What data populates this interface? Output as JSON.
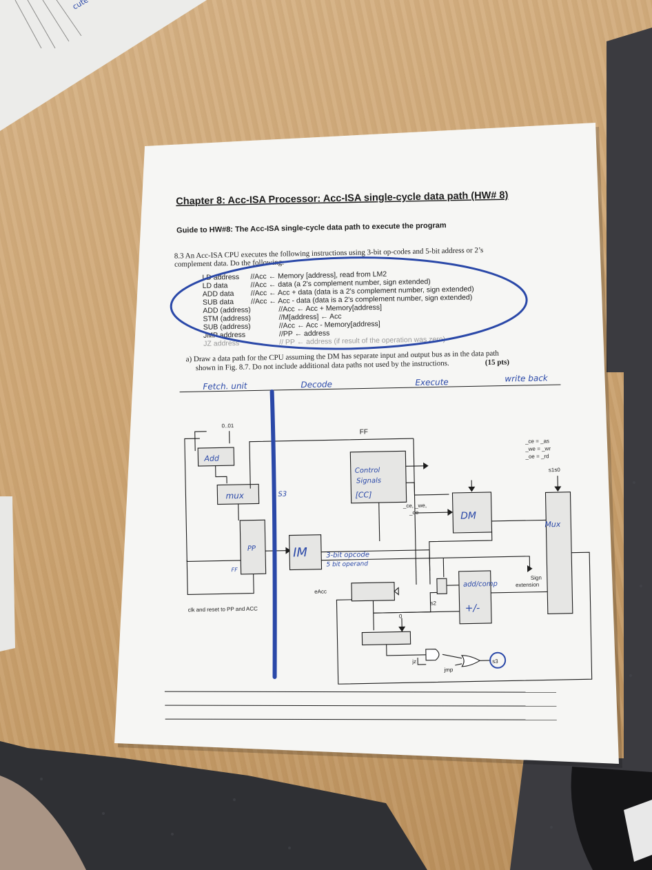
{
  "title": "Chapter 8: Acc-ISA Processor: Acc-ISA single-cycle data path (HW# 8)",
  "subtitle": "Guide to HW#8: The Acc-ISA single-cycle data path to execute the program",
  "problem": {
    "line1": "8.3 An Acc-ISA CPU executes the following instructions using 3-bit op-codes and 5-bit address or 2’s",
    "line2": "complement data.  Do the following:"
  },
  "instructions": [
    {
      "op": "LD address",
      "desc": "//Acc ← Memory [address], read from LM2"
    },
    {
      "op": "LD data",
      "desc": "//Acc ← data (a 2's complement number, sign extended)"
    },
    {
      "op": "ADD data",
      "desc": "//Acc ← Acc + data (data is a 2's complement number, sign extended)"
    },
    {
      "op": "SUB data",
      "desc": "//Acc ← Acc - data (data is a 2's complement number, sign extended)"
    },
    {
      "op": "ADD (address)",
      "desc": "//Acc ← Acc + Memory[address]"
    },
    {
      "op": "STM (address)",
      "desc": "//M[address] ← Acc"
    },
    {
      "op": "SUB (address)",
      "desc": "//Acc ← Acc - Memory[address]"
    },
    {
      "op": "JMP address",
      "desc": "//PP ← address"
    },
    {
      "op": "JZ address",
      "desc": "// PP ← address (if result of the operation was zero)"
    }
  ],
  "part_a": {
    "line1": "a)  Draw a data path for the CPU assuming the DM has separate input and output bus as in the data path",
    "line2": "shown in Fig. 8.7.  Do not include additional data paths not used by the instructions.",
    "pts": "(15 pts)"
  },
  "stages": [
    "Fetch. unit",
    "Decode",
    "Execute",
    "write back"
  ],
  "diagram": {
    "pp_init": "0..01",
    "ff": "FF",
    "add": "Add",
    "mux_left": "mux",
    "s3_label": "S3",
    "pp": "PP",
    "ff_small": "FF",
    "im": "IM",
    "control_l1": "Control",
    "control_l2": "Signals",
    "control_l3": "[CC]",
    "opcode_l1": "3-bit opcode",
    "opcode_l2": "5 bit operand",
    "ce_we": "_ce, _we,",
    "oe": "_oe",
    "dm": "DM",
    "add_comp": "add/comp",
    "plus_minus": "+/-",
    "s2": "s2",
    "eacc": "eAcc",
    "clk_note": "clk and reset to PP and ACC",
    "zero": "0",
    "jz": "jz",
    "jmp": "jmp",
    "s3_out": "s3",
    "ce_as": "_ce = _as",
    "we_wr": "_we = _wr",
    "oe_rd": "_oe = _rd",
    "s1s0": "s1s0",
    "mux_right": "Mux",
    "sign_ext_l1": "Sign",
    "sign_ext_l2": "extension"
  },
  "colors": {
    "ink": "#2a48a8",
    "print": "#1c1c1c",
    "paper": "#f6f6f4",
    "desk": "#cfa877"
  }
}
